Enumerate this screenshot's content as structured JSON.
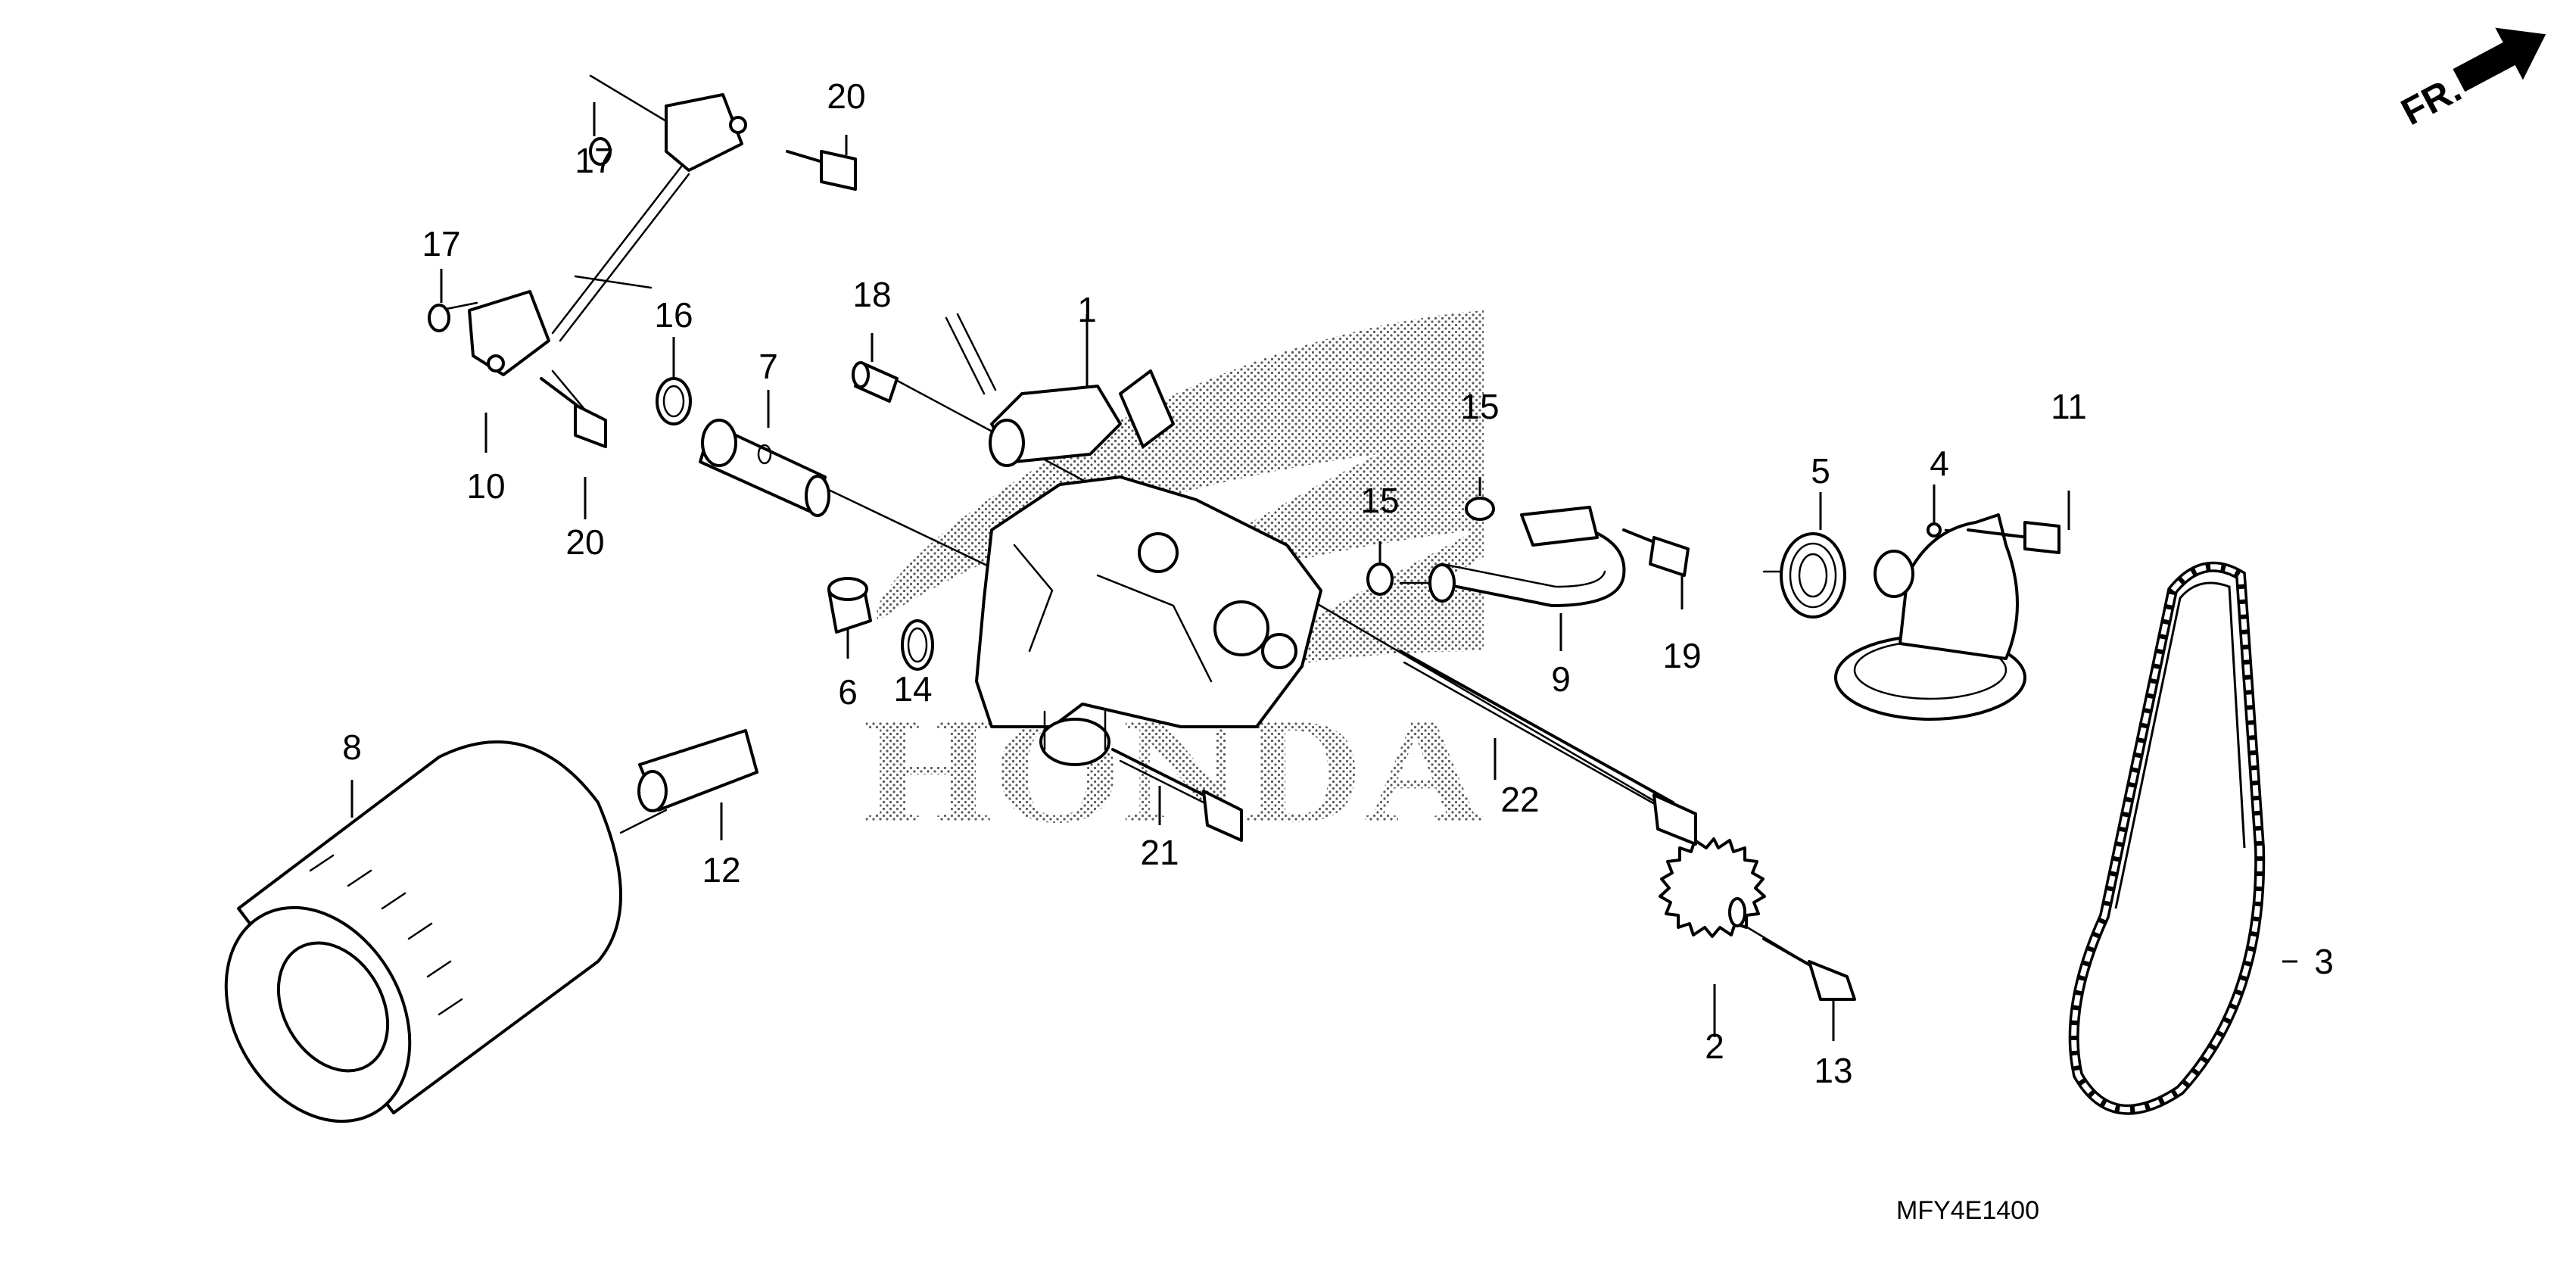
{
  "diagram": {
    "callouts": {
      "c1": "1",
      "c2": "2",
      "c3": "3",
      "c4": "4",
      "c5": "5",
      "c6": "6",
      "c7": "7",
      "c8": "8",
      "c9": "9",
      "c10": "10",
      "c11": "11",
      "c12": "12",
      "c13": "13",
      "c14": "14",
      "c15a": "15",
      "c15b": "15",
      "c16": "16",
      "c17a": "17",
      "c17b": "17",
      "c18": "18",
      "c19": "19",
      "c20a": "20",
      "c20b": "20",
      "c21": "21",
      "c22": "22"
    },
    "direction_label": "FR.",
    "diagram_code": "MFY4E1400",
    "watermark_text": "HONDA"
  }
}
